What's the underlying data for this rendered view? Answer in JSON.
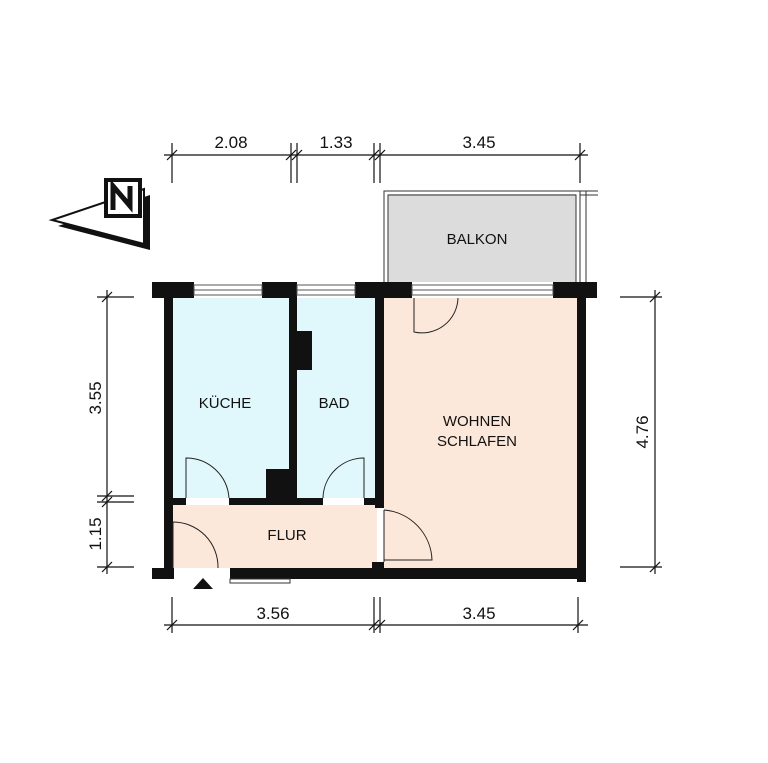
{
  "plan": {
    "rooms": {
      "kueche": "KÜCHE",
      "bad": "BAD",
      "wohnen_line1": "WOHNEN",
      "wohnen_line2": "SCHLAFEN",
      "flur": "FLUR",
      "balkon": "BALKON"
    },
    "dimensions": {
      "top_1": "2.08",
      "top_2": "1.33",
      "top_3": "3.45",
      "bottom_1": "3.56",
      "bottom_2": "3.45",
      "left_1": "3.55",
      "left_2": "1.15",
      "right_1": "4.76"
    },
    "north_label": "N",
    "colors": {
      "kueche": "#e0f7fb",
      "bad": "#e0f7fb",
      "wohnen": "#fce8da",
      "flur": "#fce8da",
      "balkon": "#dcdcdc",
      "walls": "#111111"
    }
  }
}
